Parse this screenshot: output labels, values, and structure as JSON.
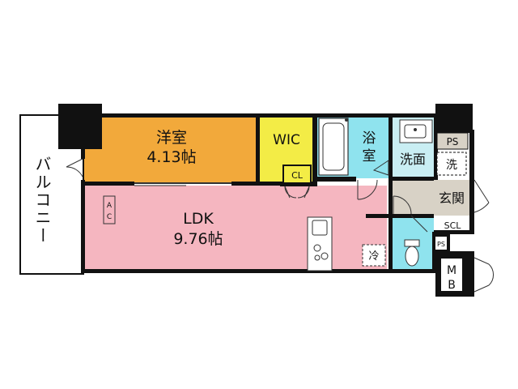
{
  "colors": {
    "wall": "#111111",
    "bedroom": "#f2a93b",
    "wic": "#f3ec46",
    "ldk": "#f5b6c0",
    "bath": "#8fe3ee",
    "washroom": "#c9eef3",
    "toilet": "#8fe3ee",
    "genkan": "#d8d2c6",
    "balcony": "#ffffff",
    "fixture": "#ffffff"
  },
  "rooms": {
    "balcony": {
      "label": "バルコニー"
    },
    "bedroom": {
      "name": "洋室",
      "size": "4.13帖"
    },
    "wic": {
      "label": "WIC"
    },
    "cl": {
      "label": "CL"
    },
    "bath": {
      "line1": "浴",
      "line2": "室"
    },
    "washroom": {
      "label": "洗面"
    },
    "ps_top": {
      "label": "PS"
    },
    "washer": {
      "label": "洗"
    },
    "genkan": {
      "label": "玄関"
    },
    "scl": {
      "label": "SCL"
    },
    "ps_small": {
      "label": "PS"
    },
    "mb": {
      "line1": "M",
      "line2": "B"
    },
    "ldk": {
      "name": "LDK",
      "size": "9.76帖"
    },
    "ac": {
      "line1": "A",
      "line2": "C"
    },
    "fridge": {
      "label": "冷"
    }
  },
  "icons": [
    "door-swing-icon",
    "bathtub-icon",
    "sink-icon",
    "stove-icon",
    "toilet-icon",
    "washing-machine-icon"
  ]
}
